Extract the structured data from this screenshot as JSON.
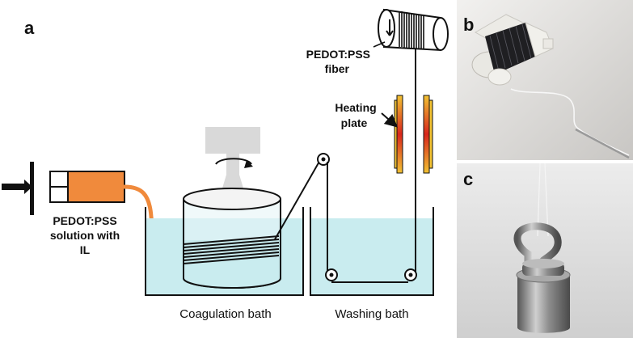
{
  "panels": {
    "a": "a",
    "b": "b",
    "c": "c"
  },
  "labels": {
    "fiber_line1": "PEDOT:PSS",
    "fiber_line2": "fiber",
    "heating_line1": "Heating",
    "heating_line2": "plate",
    "solution_line1": "PEDOT:PSS",
    "solution_line2": "solution with",
    "solution_line3": "IL",
    "coagulation_bath": "Coagulation bath",
    "washing_bath": "Washing bath"
  },
  "colors": {
    "bath_water": "#c9ecef",
    "syringe_fluid": "#f08a3c",
    "heater_hot": "#d9261c",
    "heater_warm": "#f2c232",
    "funnel_gray": "#d9d9d9",
    "photo_bg_b": "#d5d3d0",
    "photo_bg_c": "#dcdcdc",
    "metal": "#8a8a8a"
  }
}
